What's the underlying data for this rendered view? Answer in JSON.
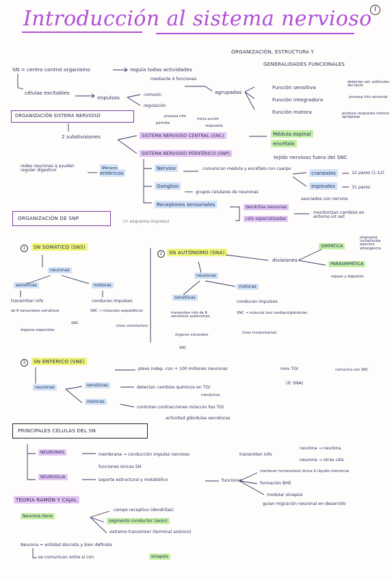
{
  "page_number": "I",
  "title": "Introducción al sistema nervioso",
  "subtitle_line1": "ORGANIZACIÓN, ESTRUCTURA Y",
  "subtitle_line2": "GENERALIDADES FUNCIONALES",
  "sn_def": "SN = centro control organismo",
  "sn_regula": "regula todas actividades",
  "mediante": "mediante 4 funciones",
  "celulas": "células excitables",
  "impulsos": "impulsos",
  "comunic": "comunic.",
  "regulacion": "regulación",
  "agrupadas": "agrupadas",
  "f_sensitiva": "Función sensitiva",
  "f_sensitiva_desc": "detectan est. estímulos del tacto",
  "f_integradora": "Función integradora",
  "f_integradora_desc": "procesa info sensorial",
  "f_motora": "Función motora",
  "f_motora_desc": "produce respuesta motora apropiada",
  "procesa": "procesa info",
  "permite": "permite",
  "inicia": "inicia acción",
  "respuesta": "respuesta",
  "org_box": "ORGANIZACIÓN SISTEMA NERVIOSO",
  "subdiv": "2 subdivisiones",
  "snc": "SISTEMA NERVIOSO CENTRAL (SNC)",
  "medula": "Médula espinal",
  "encefalo": "encéfalo",
  "snp": "SISTEMA NERVIOSO PERIFÉRICO (SNP)",
  "tejido": "tejido nervioso fuera del SNC",
  "nervios": "Nervios",
  "comunican": "comunican médula y encéfalo con cuerpo",
  "craneales": "craneales",
  "craneales_n": "12 pares (1-12)",
  "espinales": "espinales",
  "espinales_n": "31 pares",
  "ganglios": "Ganglios",
  "grupos": "grupos celulares de neuronas",
  "asociados": "asociados con nervios",
  "receptores": "Receptores sensoriales",
  "dendritas": "dendritas neuronas",
  "cels_esp": "céls especializadas",
  "monitorizan": "monitorizan cambios en entorno int ext",
  "redes": "redes neuronas q ayudan regular digestivo",
  "plexos": "Plexos entéricos",
  "org_snp": "ORGANIZACIÓN DE SNP",
  "org_snp_note": "(+ esquema impreso)",
  "sns_num": "1",
  "sns": "SN SOMÁTICO (SNS)",
  "sna_num": "2",
  "sna": "SN AUTÓNOMO (SNA)",
  "divisiones": "divisiones",
  "simpatica": "SIMPÁTICA",
  "simpatica_desc": "respuesta lucha/huida ejercicio emergencia",
  "parasimpatica": "PARASIMPÁTICA",
  "parasimpatica_desc": "reposo y digestión",
  "neuronas": "neuronas",
  "sensitivas": "sensitivas",
  "motoras": "motoras",
  "transmiten": "transmiten info",
  "de_r": "de R sensoriales somáticos",
  "organos": "órganos especiales",
  "to_snc": "SNC",
  "conducen": "conducen impulsos",
  "snc_musculos": "SNC → músculos esqueléticos",
  "mov_voluntarios": "(mov voluntarios)",
  "trans_sna": "transmiten info de R sensitivos autónomos",
  "organos_visc": "órganos viscerales",
  "snc_sna": "SNC",
  "conducen_sna": "conducen impulsos",
  "musculo_liso": "SNC → músculo liso/ cardíaco/glándulas",
  "mov_invol": "(mov involuntarios)",
  "sne_num": "3",
  "sne": "SN ENTÉRICO (SNE)",
  "plexo_indep": "plexo indep. con + 100 millones neuronas",
  "mov_tgi": "mov TGI",
  "comunica_snc": "comunica con SNC",
  "esna": "(∈ SNA)",
  "sensitivas_sne": "sensitivas",
  "detectan": "detectan cambios químicos en TGI",
  "mecanicos": "mecánicos",
  "motoras_sne": "motoras",
  "controlan": "controlan contracciones músculo liso TGI",
  "actividad": "actividad glándulas secretoras",
  "celulas_box": "PRINCIPALES CÉLULAS DEL SN",
  "neuronas_h": "NEURONAS",
  "membrana": "membrana → conducción impulso nervioso",
  "transmiten_info": "transmiten info",
  "neurona_neurona": "neurona → neurona",
  "neurona_otras": "neurona → otras céls",
  "funciones_unicas": "funciones únicas SN",
  "neuroglia": "NEUROGLIA",
  "soporte": "soporte estructural y metabólico",
  "funciones": "funciones",
  "mantener": "mantener homeostasis iónica & líquido intersticial",
  "formacion": "formación BHE",
  "modular": "modular sinapsis",
  "guian": "guían migración neuronal en desarrollo",
  "teoria": "TEORÍA RAMÓN Y CAJAL",
  "neurona_tiene": "Neurona tiene",
  "campo": "campo receptivo (dendritas)",
  "segmento": "segmento conductor (axón)",
  "extremo": "extremo transmisor (terminal axónico)",
  "neurona_entidad": "Neurona = entidad discreta y bien definida",
  "se_comunican": "se comunican entre sí con",
  "sinapsis": "sinapsis"
}
